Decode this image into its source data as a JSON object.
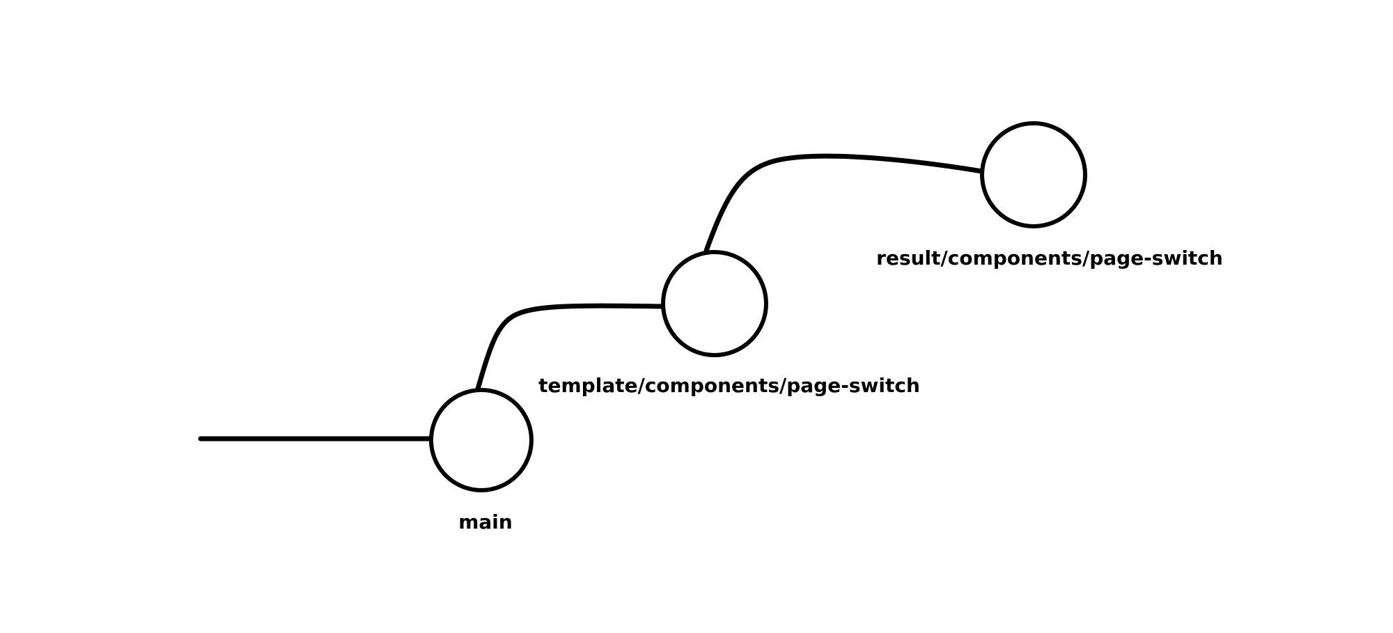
{
  "diagram": {
    "line_color": "#000000",
    "background_color": "#ffffff",
    "branches": [
      {
        "id": "main",
        "label": "main"
      },
      {
        "id": "template",
        "label": "template/components/page-switch"
      },
      {
        "id": "result",
        "label": "result/components/page-switch"
      }
    ]
  }
}
